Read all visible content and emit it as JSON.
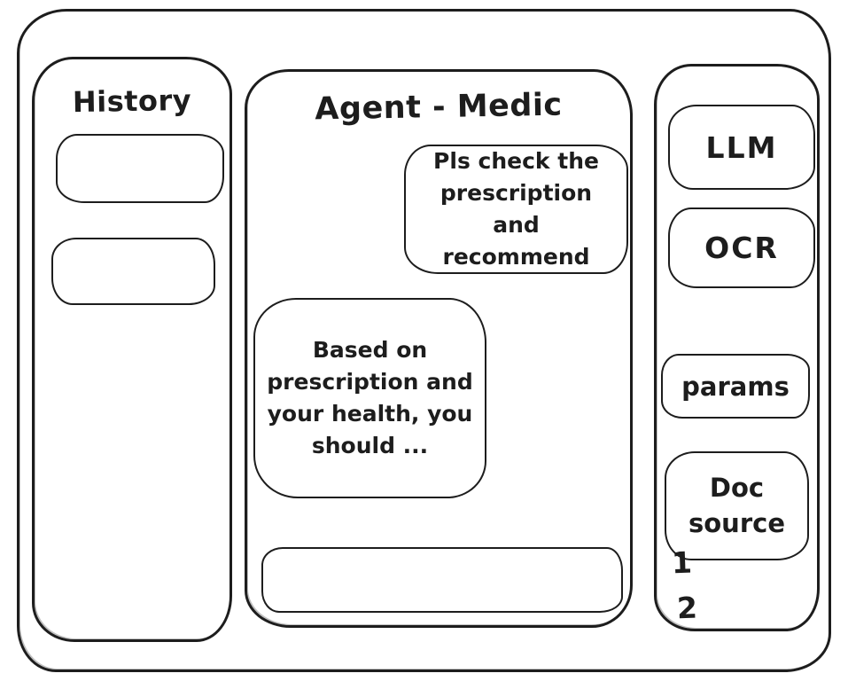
{
  "colors": {
    "ink": "#1d1d1d",
    "background": "#ffffff"
  },
  "history_panel": {
    "title": "History",
    "items": [
      "",
      ""
    ]
  },
  "chat_panel": {
    "title": "Agent - Medic",
    "messages": [
      {
        "role": "user",
        "text": "Pls check the prescription and recommend"
      },
      {
        "role": "agent",
        "text": "Based on prescription and your health, you should ..."
      }
    ],
    "input": {
      "value": "",
      "placeholder": ""
    }
  },
  "tools_panel": {
    "buttons": [
      {
        "label": "LLM"
      },
      {
        "label": "OCR"
      },
      {
        "label": "params"
      },
      {
        "label": "Doc source"
      }
    ],
    "doc_source_items": [
      "1",
      "2"
    ]
  }
}
